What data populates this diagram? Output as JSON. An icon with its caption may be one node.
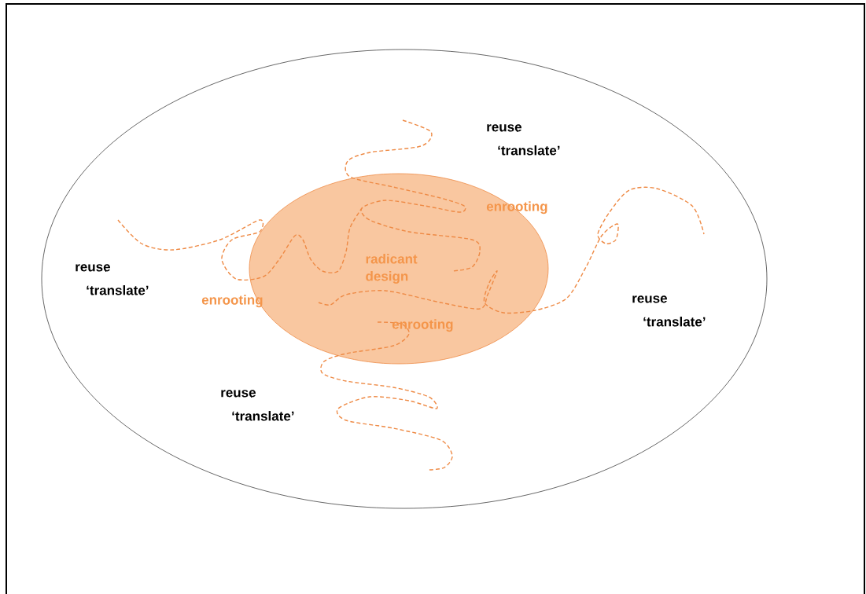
{
  "diagram": {
    "nodes": [
      {
        "text": [],
        "shape": "ellipse"
      },
      {
        "text": [
          "radicant design"
        ],
        "in": 0
      }
    ],
    "labels": [
      "reuse ‘translate’",
      "enrooting",
      "reuse ‘translate’",
      "enrooting",
      "reuse ‘translate’",
      "enrooting",
      "reuse ‘translate’"
    ]
  }
}
